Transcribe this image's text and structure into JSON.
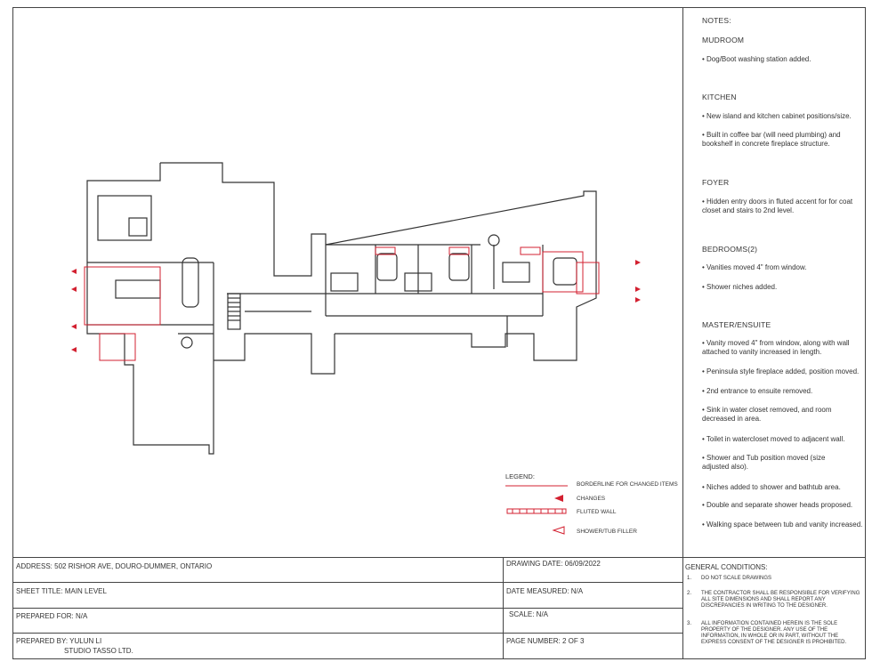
{
  "notes": {
    "title": "NOTES:",
    "sections": [
      {
        "heading": "MUDROOM",
        "items": [
          "• Dog/Boot washing station added."
        ]
      },
      {
        "heading": "KITCHEN",
        "items": [
          "• New island and kitchen cabinet positions/size.",
          "• Built in coffee bar (will need plumbing) and bookshelf in concrete fireplace structure."
        ]
      },
      {
        "heading": "FOYER",
        "items": [
          "• Hidden entry doors in fluted accent for for coat closet and stairs to 2nd level."
        ]
      },
      {
        "heading": "BEDROOMS(2)",
        "items": [
          "• Vanities moved 4\" from window.",
          "• Shower niches added."
        ]
      },
      {
        "heading": "MASTER/ENSUITE",
        "items": [
          "• Vanity moved 4\" from window, along with wall attached to vanity increased in length.",
          "• Peninsula style fireplace added, position moved.",
          "• 2nd entrance to ensuite removed.",
          "• Sink in water closet removed, and room decreased in area.",
          "• Toilet in watercloset moved to adjacent wall.",
          "• Shower and Tub position moved (size adjusted also).",
          "• Niches added to shower and bathtub area.",
          "• Double and separate shower heads proposed.",
          "• Walking space between tub and vanity increased."
        ]
      }
    ]
  },
  "legend": {
    "title": "LEGEND:",
    "items": [
      "BORDERLINE FOR CHANGED ITEMS",
      "CHANGES",
      "FLUTED WALL",
      "SHOWER/TUB FILLER"
    ]
  },
  "title_block": {
    "address": "ADDRESS: 502 RISHOR AVE, DOURO-DUMMER, ONTARIO",
    "sheet_title": "SHEET TITLE: MAIN LEVEL",
    "prepared_for": "PREPARED FOR: N/A",
    "prepared_by": "PREPARED BY:  YULUN LI",
    "prepared_by_company": "STUDIO TASSO LTD.",
    "drawing_date": "DRAWING DATE: 06/09/2022",
    "date_measured": "DATE MEASURED: N/A",
    "scale": "SCALE: N/A",
    "page_number": "PAGE NUMBER: 2 OF 3"
  },
  "general_conditions": {
    "title": "GENERAL CONDITIONS:",
    "items": [
      {
        "num": "1.",
        "text": "DO NOT SCALE DRAWINGS"
      },
      {
        "num": "2.",
        "text": "THE CONTRACTOR SHALL BE RESPONSIBLE FOR VERIFYING ALL SITE DIMENSIONS AND SHALL REPORT ANY DISCREPANCIES IN WRITING TO THE DESIGNER."
      },
      {
        "num": "3.",
        "text": "ALL INFORMATION CONTAINED HEREIN IS THE SOLE PROPERTY OF THE DESIGNER. ANY USE OF THE INFORMATION, IN WHOLE OR IN PART, WITHOUT THE EXPRESS CONSENT OF THE DESIGNER IS PROHIBITED."
      }
    ]
  },
  "colors": {
    "line": "#444444",
    "change": "#d32030"
  }
}
